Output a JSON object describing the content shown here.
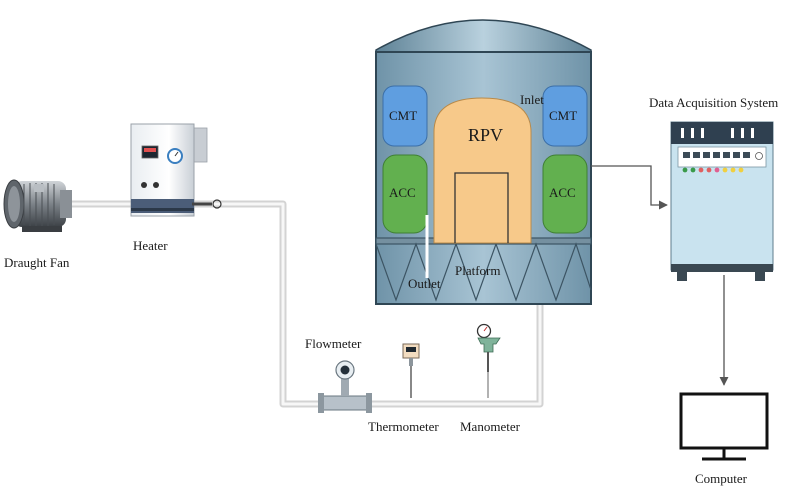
{
  "labels": {
    "draught_fan": "Draught Fan",
    "heater": "Heater",
    "flowmeter": "Flowmeter",
    "thermometer": "Thermometer",
    "manometer": "Manometer",
    "rpv": "RPV",
    "cmt": "CMT",
    "acc": "ACC",
    "inlet": "Inlet",
    "outlet": "Outlet",
    "platform": "Platform",
    "daq": "Data Acquisition System",
    "computer": "Computer"
  },
  "colors": {
    "vessel_fill": "#4a6b7a",
    "vessel_body": "#7fa3b8",
    "cmt_fill": "#5f9ee0",
    "acc_fill": "#62b04f",
    "rpv_fill": "#f7c98a",
    "daq_fill": "#c9e3ef",
    "pipe": "#d9d9d9"
  },
  "icons": {
    "fan": "draught-fan-icon",
    "heater": "heater-box-icon",
    "flowmeter": "flowmeter-icon",
    "thermometer": "thermometer-icon",
    "manometer": "manometer-icon",
    "daq": "data-acquisition-cabinet-icon",
    "computer": "monitor-icon"
  }
}
